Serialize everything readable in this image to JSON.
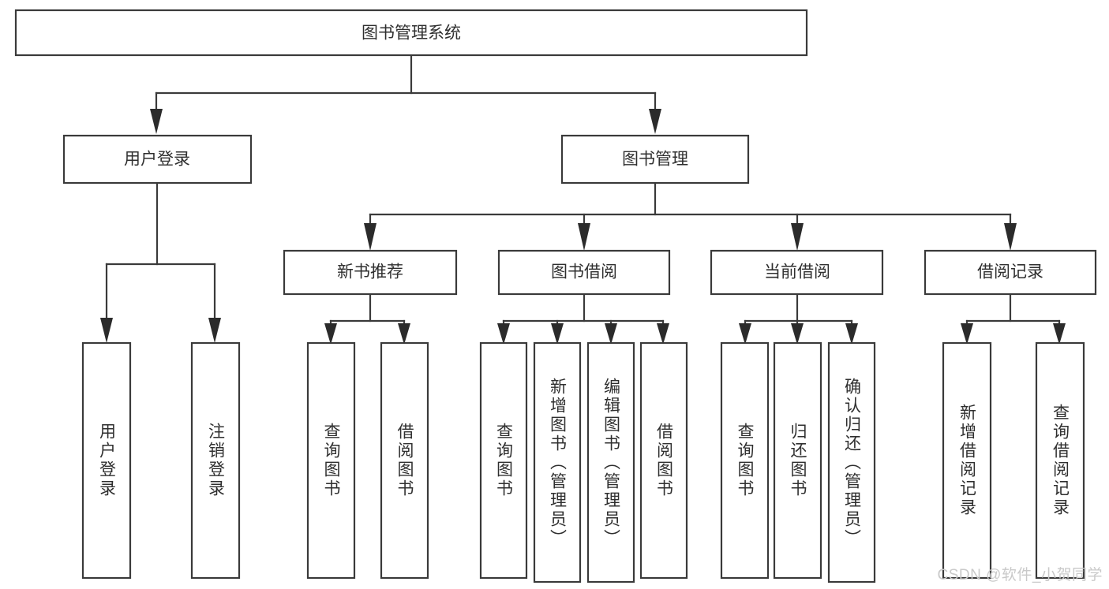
{
  "diagram": {
    "type": "tree-hierarchy",
    "title": "图书管理系统",
    "watermark": "CSDN @软件_小贺同学",
    "colors": {
      "background": "#ffffff",
      "box_stroke": "#3a3a3a",
      "box_fill": "#ffffff",
      "text": "#2f2f2f",
      "connector": "#3a3a3a",
      "watermark": "#c9c9c9"
    },
    "root": {
      "label": "图书管理系统",
      "children": [
        {
          "label": "用户登录",
          "children": [
            {
              "label": "用户登录"
            },
            {
              "label": "注销登录"
            }
          ]
        },
        {
          "label": "图书管理",
          "children": [
            {
              "label": "新书推荐",
              "children": [
                {
                  "label": "查询图书"
                },
                {
                  "label": "借阅图书"
                }
              ]
            },
            {
              "label": "图书借阅",
              "children": [
                {
                  "label": "查询图书"
                },
                {
                  "label": "新增图书（管理员）"
                },
                {
                  "label": "编辑图书（管理员）"
                },
                {
                  "label": "借阅图书"
                }
              ]
            },
            {
              "label": "当前借阅",
              "children": [
                {
                  "label": "查询图书"
                },
                {
                  "label": "归还图书"
                },
                {
                  "label": "确认归还（管理员）"
                }
              ]
            },
            {
              "label": "借阅记录",
              "children": [
                {
                  "label": "新增借阅记录"
                },
                {
                  "label": "查询借阅记录"
                }
              ]
            }
          ]
        }
      ]
    },
    "nodes": {
      "root_title": "图书管理系统",
      "l1_user_login": "用户登录",
      "l1_book_manage": "图书管理",
      "l2_new_book_rec": "新书推荐",
      "l2_book_borrow": "图书借阅",
      "l2_current_borrow": "当前借阅",
      "l2_borrow_record": "借阅记录",
      "leaf_user_login": "用户登录",
      "leaf_user_logout": "注销登录",
      "leaf_rec_query": "查询图书",
      "leaf_rec_borrow": "借阅图书",
      "leaf_borrow_query": "查询图书",
      "leaf_borrow_add": "新增图书（管理员）",
      "leaf_borrow_edit": "编辑图书（管理员）",
      "leaf_borrow_borrow": "借阅图书",
      "leaf_cur_query": "查询图书",
      "leaf_cur_return": "归还图书",
      "leaf_cur_confirm": "确认归还（管理员）",
      "leaf_rec_add": "新增借阅记录",
      "leaf_rec_search": "查询借阅记录"
    }
  }
}
